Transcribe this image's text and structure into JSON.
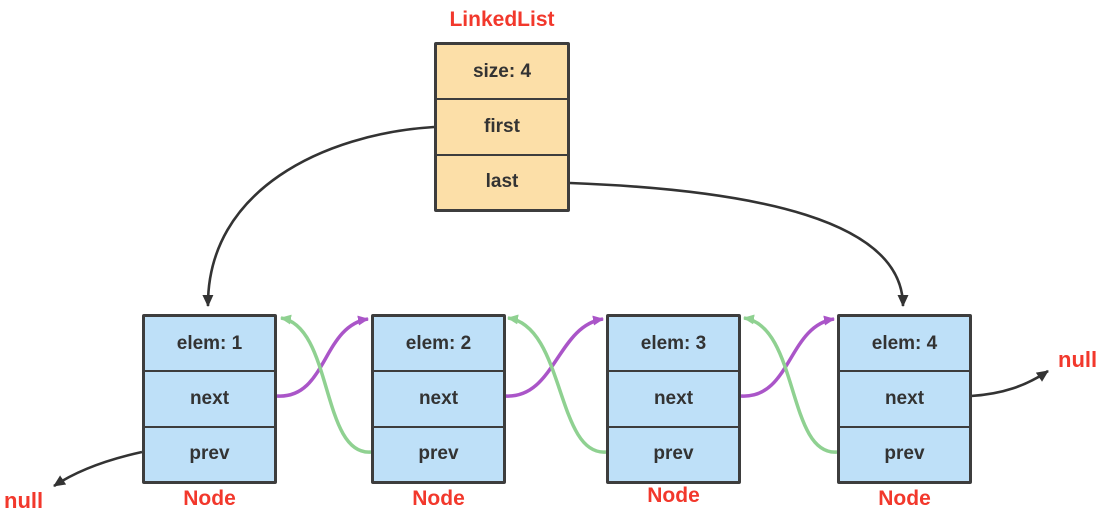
{
  "diagram": {
    "title": "LinkedList",
    "linkedlist": {
      "cells": {
        "size": "size: 4",
        "first": "first",
        "last": "last"
      }
    },
    "nodes": [
      {
        "caption": "Node",
        "cells": {
          "elem": "elem: 1",
          "next": "next",
          "prev": "prev"
        }
      },
      {
        "caption": "Node",
        "cells": {
          "elem": "elem: 2",
          "next": "next",
          "prev": "prev"
        }
      },
      {
        "caption": "Node",
        "cells": {
          "elem": "elem: 3",
          "next": "next",
          "prev": "prev"
        }
      },
      {
        "caption": "Node",
        "cells": {
          "elem": "elem: 4",
          "next": "next",
          "prev": "prev"
        }
      }
    ],
    "null_left": "null",
    "null_right": "null",
    "colors": {
      "red": "#f2382c",
      "purple": "#aa55c8",
      "green": "#8fd191",
      "black": "#333333",
      "list_fill": "#fcdfa8",
      "node_fill": "#bee0f8",
      "border": "#3d3d3d",
      "text": "#333333"
    }
  }
}
